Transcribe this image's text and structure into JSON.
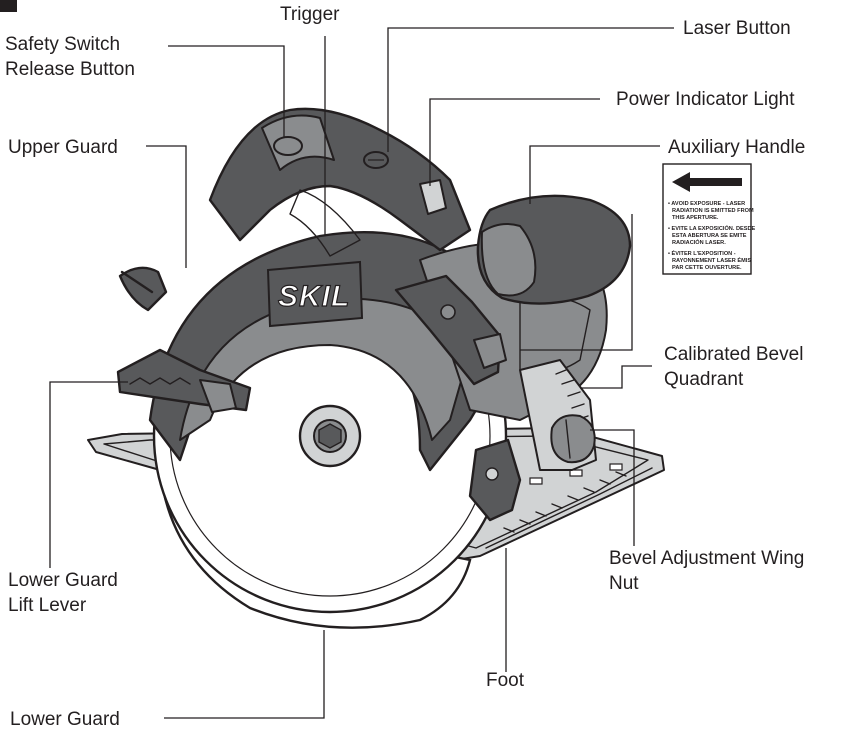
{
  "labels": {
    "trigger": "Trigger",
    "laser_button": "Laser Button",
    "safety_switch_line1": "Safety Switch",
    "safety_switch_line2": "Release Button",
    "power_indicator": "Power Indicator Light",
    "upper_guard": "Upper Guard",
    "auxiliary_handle": "Auxiliary Handle",
    "calibrated_line1": "Calibrated Bevel",
    "calibrated_line2": "Quadrant",
    "bevel_wing_line1": "Bevel Adjustment Wing",
    "bevel_wing_line2": "Nut",
    "lower_guard_lift_line1": "Lower Guard",
    "lower_guard_lift_line2": "Lift Lever",
    "foot": "Foot",
    "lower_guard": "Lower Guard"
  },
  "brand_text": "SKIL",
  "warning_label": {
    "lines": [
      "• AVOID EXPOSURE - LASER",
      "RADIATION IS EMITTED FROM",
      "THIS APERTURE.",
      "• EVITE LA EXPOSICIÓN. DESDE",
      "ESTA ABERTURA SE EMITE",
      "RADIACIÓN LASER.",
      "• ÉVITER L'EXPOSITION -",
      "RAYONNEMENT LASER ÉMIS",
      "PAR CETTE OUVERTURE."
    ]
  },
  "colors": {
    "ink": "#231f20",
    "body_dark": "#58595b",
    "body_mid": "#8a8c8e",
    "body_light": "#d1d3d4"
  }
}
